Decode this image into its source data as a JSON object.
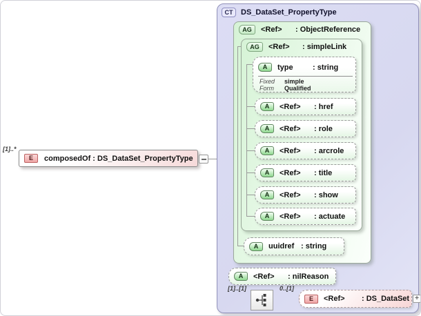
{
  "element_left": {
    "cardinality": "[1]..*",
    "badge": "E",
    "label": "composedOf : DS_DataSet_PropertyType"
  },
  "complex_type": {
    "badge": "CT",
    "title": "DS_DataSet_PropertyType"
  },
  "object_reference": {
    "badge": "AG",
    "name": "<Ref>",
    "type": ": ObjectReference"
  },
  "simple_link": {
    "badge": "AG",
    "name": "<Ref>",
    "type": ": simpleLink"
  },
  "type_attr": {
    "badge": "A",
    "name": "type",
    "type": ": string",
    "facets": [
      {
        "label": "Fixed",
        "value": "simple"
      },
      {
        "label": "Form",
        "value": "Qualified"
      }
    ]
  },
  "attributes": [
    {
      "badge": "A",
      "name": "<Ref>",
      "type": ": href"
    },
    {
      "badge": "A",
      "name": "<Ref>",
      "type": ": role"
    },
    {
      "badge": "A",
      "name": "<Ref>",
      "type": ": arcrole"
    },
    {
      "badge": "A",
      "name": "<Ref>",
      "type": ": title"
    },
    {
      "badge": "A",
      "name": "<Ref>",
      "type": ": show"
    },
    {
      "badge": "A",
      "name": "<Ref>",
      "type": ": actuate"
    }
  ],
  "uuidref": {
    "badge": "A",
    "name": "uuidref",
    "type": ": string"
  },
  "nil_reason": {
    "badge": "A",
    "name": "<Ref>",
    "type": ": nilReason"
  },
  "sequence": {
    "cardinality_left": "[1]..[1]",
    "cardinality_right": "0..[1]"
  },
  "ds_dataset": {
    "badge": "E",
    "name": "<Ref>",
    "type": ": DS_DataSet",
    "expander": "+"
  }
}
